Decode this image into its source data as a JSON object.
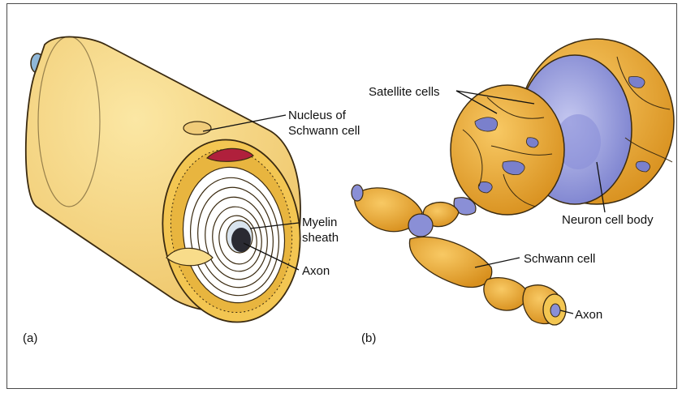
{
  "panel_a": {
    "tag": "(a)",
    "labels": {
      "nucleus": "Nucleus of Schwann cell",
      "myelin": "Myelin sheath",
      "axon": "Axon"
    }
  },
  "panel_b": {
    "tag": "(b)",
    "labels": {
      "satellite": "Satellite cells",
      "neuron_body": "Neuron cell body",
      "schwann": "Schwann cell",
      "axon": "Axon"
    }
  },
  "colors": {
    "cylinder": "#f8dc8a",
    "cylinder_shade": "#ecc563",
    "orange_cell": "#f2b13a",
    "blue_cell": "#9aa0dd",
    "blue_dark": "#6e73c4",
    "nucleus_red": "#b0203c",
    "axon_dark": "#2a2a32",
    "outline": "#3a2a10"
  }
}
